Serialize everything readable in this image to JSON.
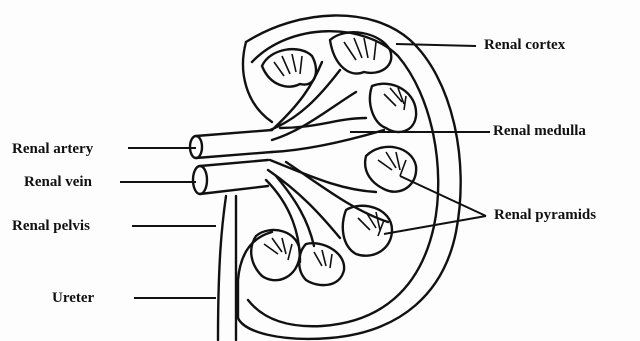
{
  "labels": {
    "renal_cortex": "Renal cortex",
    "renal_medulla": "Renal medulla",
    "renal_pyramids": "Renal pyramids",
    "renal_artery": "Renal artery",
    "renal_vein": "Renal vein",
    "renal_pelvis": "Renal pelvis",
    "ureter": "Ureter"
  },
  "colors": {
    "ink": "#111111",
    "paper": "#fdfdfd"
  }
}
